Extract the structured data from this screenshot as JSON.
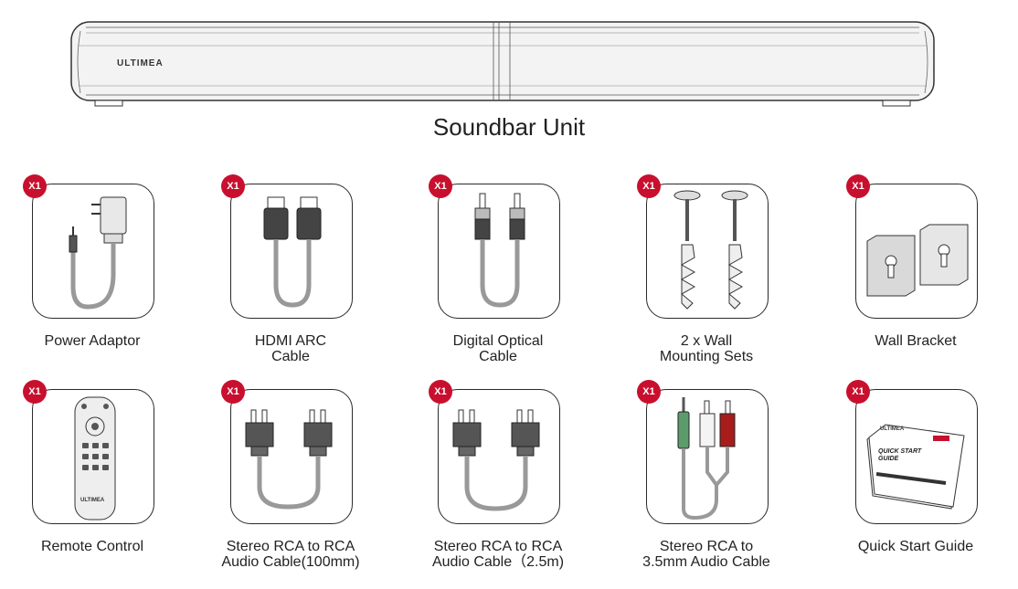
{
  "header": {
    "brand": "ULTIMEA",
    "title": "Soundbar Unit"
  },
  "badge_text": "X1",
  "items": [
    {
      "icon": "power-adapter-icon",
      "lines": [
        "Power Adaptor"
      ]
    },
    {
      "icon": "hdmi-cable-icon",
      "lines": [
        "HDMI ARC",
        "Cable"
      ]
    },
    {
      "icon": "optical-cable-icon",
      "lines": [
        "Digital Optical",
        "Cable"
      ]
    },
    {
      "icon": "wall-screws-icon",
      "lines": [
        "2 x Wall",
        "Mounting Sets"
      ]
    },
    {
      "icon": "wall-bracket-icon",
      "lines": [
        "Wall Bracket"
      ]
    },
    {
      "icon": "remote-control-icon",
      "lines": [
        "Remote Control"
      ],
      "brand": "ULTIMEA"
    },
    {
      "icon": "rca-cable-short-icon",
      "lines": [
        "Stereo RCA to RCA",
        "Audio Cable(100mm)"
      ]
    },
    {
      "icon": "rca-cable-long-icon",
      "lines": [
        "Stereo RCA to RCA",
        "Audio Cable（2.5m)"
      ]
    },
    {
      "icon": "rca-to-aux-cable-icon",
      "lines": [
        "Stereo RCA to",
        "3.5mm Audio Cable"
      ]
    },
    {
      "icon": "quick-start-guide-icon",
      "lines": [
        "Quick Start Guide"
      ],
      "guide_brand": "ULTIMEA",
      "guide_title": "QUICK START",
      "guide_title2": "GUIDE"
    }
  ],
  "colors": {
    "badge": "#c8102e",
    "rca_red": "#a81c1c",
    "aux_green": "#5c9c6c"
  }
}
